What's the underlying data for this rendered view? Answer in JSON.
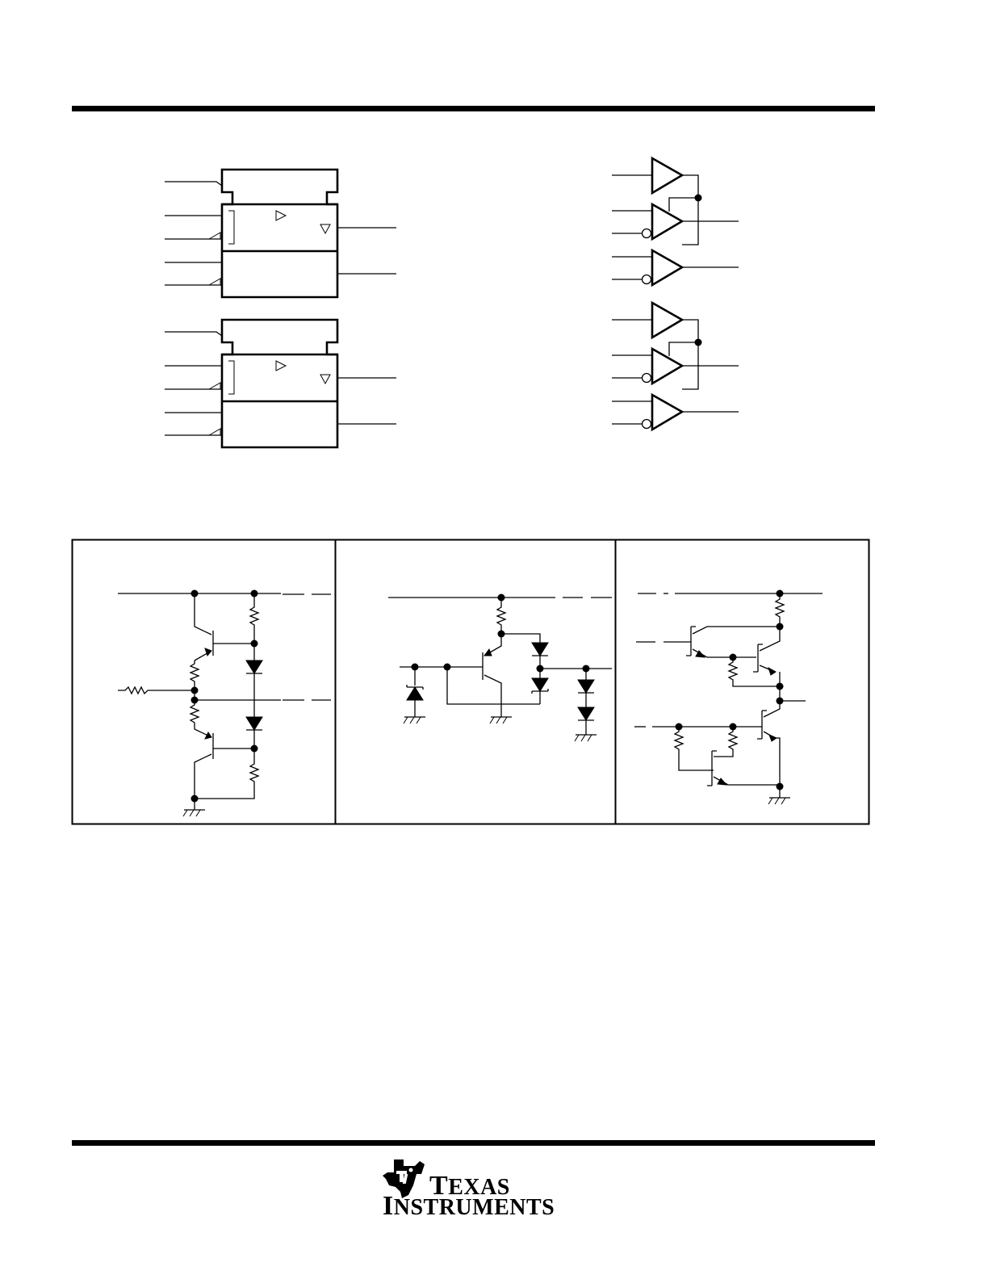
{
  "footer": {
    "brand_line_1": "Texas",
    "brand_line_2": "Instruments",
    "logo_icon": "ti-logo-icon"
  },
  "diagram_panels": [
    {
      "name": "left-schematic"
    },
    {
      "name": "middle-schematic"
    },
    {
      "name": "right-schematic"
    }
  ]
}
